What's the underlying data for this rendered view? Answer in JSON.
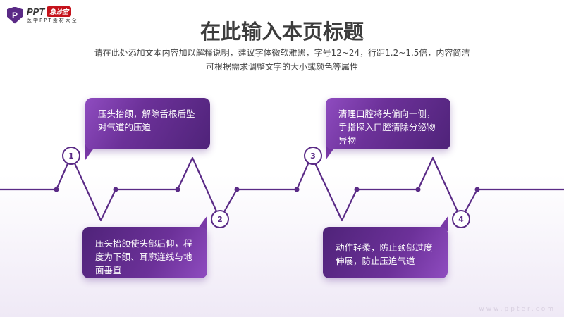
{
  "logo": {
    "brand": "PPT",
    "badge": "急诊室",
    "sub": "医学PPT素材大全",
    "icon": "P"
  },
  "header": {
    "title": "在此输入本页标题",
    "subtitle_line1": "请在此处添加文本内容加以解释说明，建议字体微软雅黑，字号12~24，行距1.2~1.5倍，内容简洁",
    "subtitle_line2": "可根据需求调整文字的大小或颜色等属性"
  },
  "steps": [
    {
      "num": "1",
      "text": "压头抬颌，解除舌根后坠对气道的压迫"
    },
    {
      "num": "2",
      "text": "压头抬颌使头部后仰，程度为下颌、耳廓连线与地面垂直"
    },
    {
      "num": "3",
      "text": "清理口腔将头偏向一侧，手指探入口腔清除分泌物异物"
    },
    {
      "num": "4",
      "text": "动作轻柔，防止颈部过度伸展，防止压迫气道"
    }
  ],
  "watermark": "www.ppter.com",
  "colors": {
    "accent": "#5a2a86",
    "title": "#3c3c3c"
  }
}
